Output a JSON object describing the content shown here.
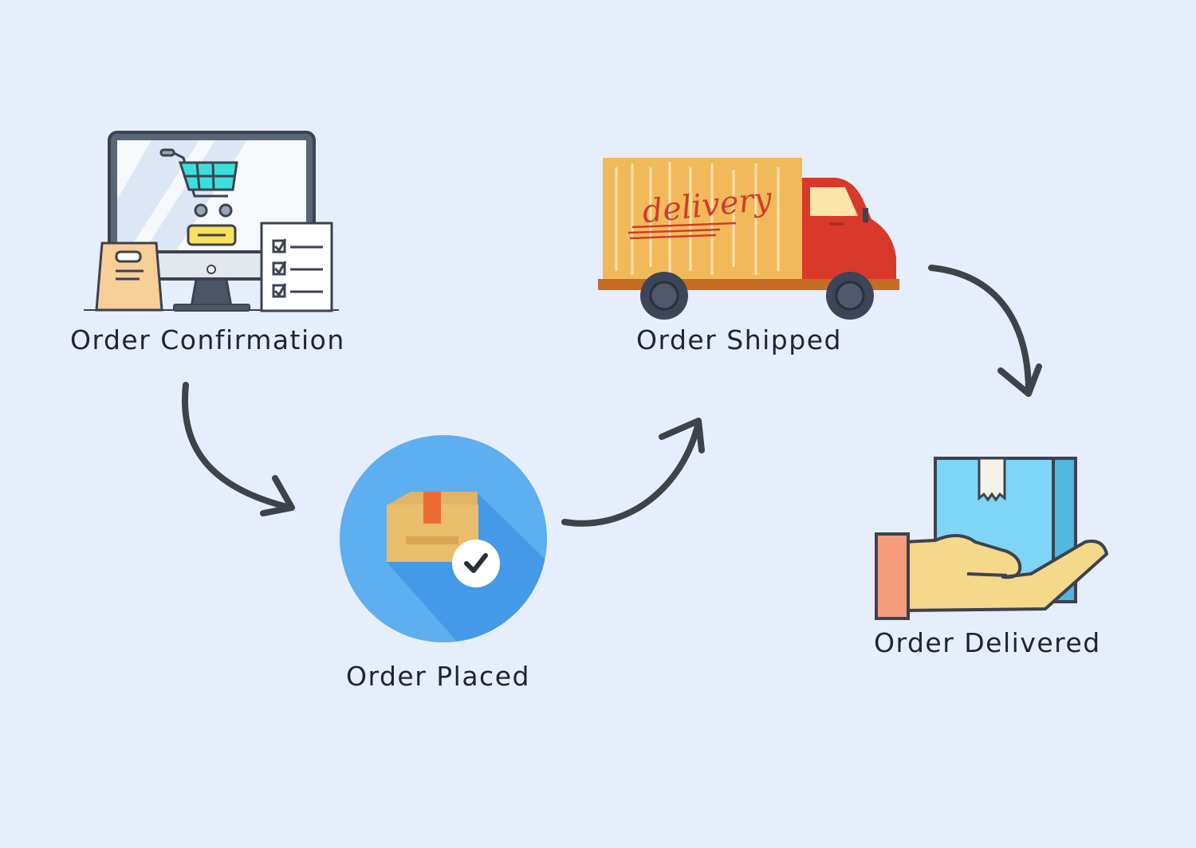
{
  "colors": {
    "background": "#e7eefb",
    "label_text": "#1f2530",
    "arrow": "#3d4349",
    "order_placed_circle": "#5dafef",
    "truck_cargo": "#f2b95b",
    "truck_cab": "#d8392b",
    "delivered_box": "#7fd5f5",
    "hand": "#f4d98a",
    "cart_screen_accent": "#3be0db"
  },
  "stages": [
    {
      "id": "order-confirmation",
      "label": "Order Confirmation",
      "icon": "computer-shopping-cart-icon"
    },
    {
      "id": "order-placed",
      "label": "Order Placed",
      "icon": "package-checkmark-icon"
    },
    {
      "id": "order-shipped",
      "label": "Order Shipped",
      "icon": "delivery-truck-icon",
      "icon_text": "delivery"
    },
    {
      "id": "order-delivered",
      "label": "Order Delivered",
      "icon": "hand-holding-box-icon"
    }
  ],
  "arrows": [
    {
      "from": "order-confirmation",
      "to": "order-placed",
      "icon": "curved-arrow-icon"
    },
    {
      "from": "order-placed",
      "to": "order-shipped",
      "icon": "curved-arrow-icon"
    },
    {
      "from": "order-shipped",
      "to": "order-delivered",
      "icon": "curved-arrow-icon"
    }
  ]
}
